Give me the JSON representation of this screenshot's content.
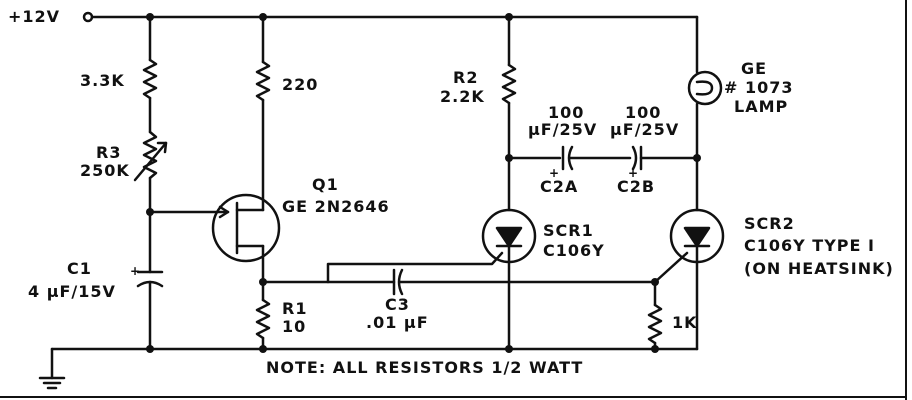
{
  "supply": {
    "label": "+12V"
  },
  "resistor_3k3": {
    "value": "3.3K"
  },
  "r3": {
    "ref": "R3",
    "value": "250K"
  },
  "c1": {
    "ref": "C1",
    "value": "4 μF/15V",
    "polarity": "+"
  },
  "resistor_220": {
    "value": "220"
  },
  "q1": {
    "ref": "Q1",
    "part": "GE 2N2646"
  },
  "r1": {
    "ref": "R1",
    "value": "10"
  },
  "c3": {
    "ref": "C3",
    "value": ".01 μF"
  },
  "r2": {
    "ref": "R2",
    "value": "2.2K"
  },
  "c2a": {
    "ref": "C2A",
    "value": "100",
    "rating": "μF/25V",
    "polarity": "+"
  },
  "c2b": {
    "ref": "C2B",
    "value": "100",
    "rating": "μF/25V",
    "polarity": "+"
  },
  "scr1": {
    "ref": "SCR1",
    "part": "C106Y"
  },
  "lamp": {
    "maker": "GE",
    "part": "# 1073",
    "type": "LAMP"
  },
  "scr2": {
    "ref": "SCR2",
    "part": "C106Y TYPE I",
    "note": "(ON HEATSINK)"
  },
  "resistor_1k": {
    "value": "1K"
  },
  "note": {
    "text": "NOTE: ALL RESISTORS 1/2 WATT"
  },
  "colors": {
    "ink": "#111111",
    "paper": "#ffffff"
  }
}
